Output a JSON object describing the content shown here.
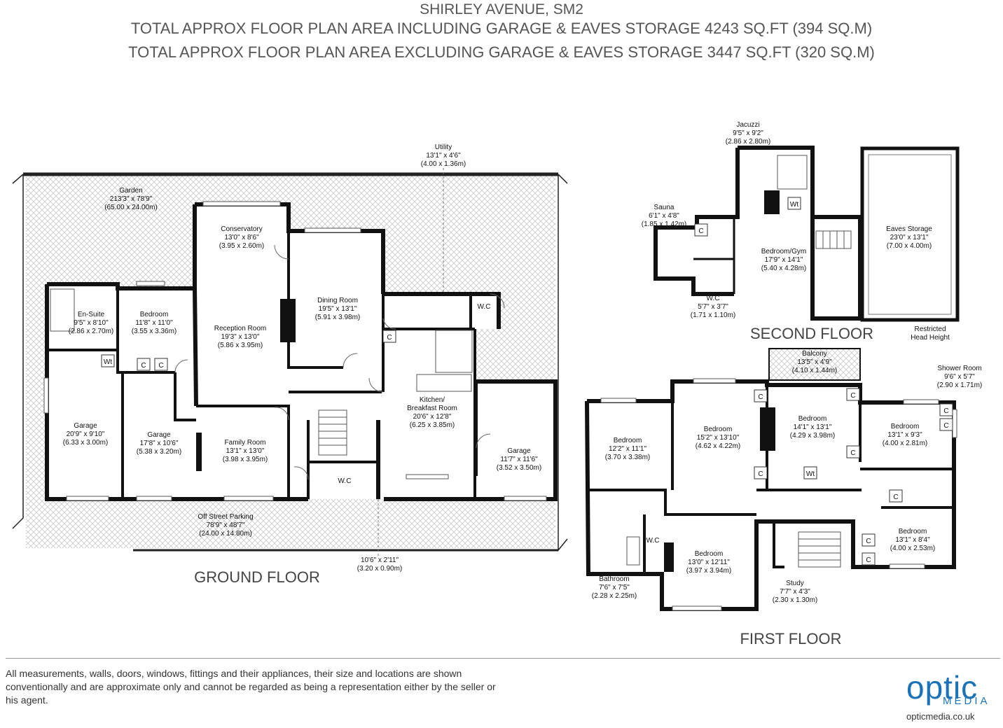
{
  "header": {
    "title": "SHIRLEY AVENUE, SM2",
    "line1": "TOTAL APPROX FLOOR PLAN AREA INCLUDING GARAGE & EAVES STORAGE  4243 SQ.FT (394 SQ.M)",
    "line2": "TOTAL APPROX FLOOR PLAN AREA EXCLUDING GARAGE & EAVES STORAGE  3447 SQ.FT (320 SQ.M)"
  },
  "floors": {
    "ground": "GROUND FLOOR",
    "second": "SECOND FLOOR",
    "first": "FIRST FLOOR"
  },
  "rooms": {
    "garden": [
      "Garden",
      "213'3\" x 78'9\"",
      "(65.00 x 24.00m)"
    ],
    "utility": [
      "Utility",
      "13'1\" x 4'6\"",
      "(4.00 x 1.36m)"
    ],
    "conservatory": [
      "Conservatory",
      "13'0\" x 8'6\"",
      "(3.95 x 2.60m)"
    ],
    "dining": [
      "Dining Room",
      "19'5\" x 13'1\"",
      "(5.91 x 3.98m)"
    ],
    "ensuite": [
      "En-Suite",
      "9'5\" x 8'10\"",
      "(2.86 x 2.70m)"
    ],
    "gf_bedroom": [
      "Bedroom",
      "11'8\" x 11'0\"",
      "(3.55 x 3.36m)"
    ],
    "reception": [
      "Reception Room",
      "19'3\" x 13'0\"",
      "(5.86 x 3.95m)"
    ],
    "gf_wc1": [
      "W.C"
    ],
    "kitchen": [
      "Kitchen/",
      "Breakfast Room",
      "20'6\" x 12'8\"",
      "(6.25 x 3.85m)"
    ],
    "garage1": [
      "Garage",
      "20'9\" x 9'10\"",
      "(6.33 x 3.00m)"
    ],
    "garage2": [
      "Garage",
      "17'8\" x 10'6\"",
      "(5.38 x 3.20m)"
    ],
    "family": [
      "Family Room",
      "13'1\" x 13'0\"",
      "(3.98 x 3.95m)"
    ],
    "gf_wc2": [
      "W.C"
    ],
    "garage3": [
      "Garage",
      "11'7\" x 11'6\"",
      "(3.52 x 3.50m)"
    ],
    "parking": [
      "Off Street Parking",
      "78'9\" x 48'7\"",
      "(24.00 x 14.80m)"
    ],
    "strip": [
      "10'6\" x 2'11\"",
      "(3.20 x 0.90m)"
    ],
    "jacuzzi": [
      "Jacuzzi",
      "9'5\" x 9'2\"",
      "(2.86 x 2.80m)"
    ],
    "sauna": [
      "Sauna",
      "6'1\" x 4'8\"",
      "(1.85 x 1.42m)"
    ],
    "eaves": [
      "Eaves Storage",
      "23'0\" x 13'1\"",
      "(7.00 x 4.00m)"
    ],
    "gym": [
      "Bedroom/Gym",
      "17'9\" x 14'1\"",
      "(5.40 x 4.28m)"
    ],
    "sf_wc": [
      "W.C",
      "5'7\" x 3'7\"",
      "(1.71 x 1.10m)"
    ],
    "restricted": [
      "Restricted",
      "Head Height"
    ],
    "balcony": [
      "Balcony",
      "13'5\" x 4'9\"",
      "(4.10 x 1.44m)"
    ],
    "shower": [
      "Shower Room",
      "9'6\" x 5'7\"",
      "(2.90 x 1.71m)"
    ],
    "ff_bed1": [
      "Bedroom",
      "12'2\" x 11'1\"",
      "(3.70 x 3.38m)"
    ],
    "ff_bed2": [
      "Bedroom",
      "15'2\" x 13'10\"",
      "(4.62 x 4.22m)"
    ],
    "ff_bed3": [
      "Bedroom",
      "14'1\" x 13'1\"",
      "(4.29 x 3.98m)"
    ],
    "ff_bed4": [
      "Bedroom",
      "13'1\" x 9'3\"",
      "(4.00 x 2.81m)"
    ],
    "ff_bed5": [
      "Bedroom",
      "13'0\" x 12'11\"",
      "(3.97 x 3.94m)"
    ],
    "ff_bed6": [
      "Bedroom",
      "13'1\" x 8'4\"",
      "(4.00 x 2.53m)"
    ],
    "ff_wc": [
      "W.C"
    ],
    "bathroom": [
      "Bathroom",
      "7'6\" x 7'5\"",
      "(2.28 x 2.25m)"
    ],
    "study": [
      "Study",
      "7'7\" x 4'3\"",
      "(2.30 x 1.30m)"
    ]
  },
  "symbols": {
    "cupboard": "C",
    "water_tank": "Wt"
  },
  "disclaimer": "All measurements, walls, doors, windows, fittings and their appliances, their size and locations are shown conventionally and are approximate only and cannot be regarded as being a representation either by the seller or his agent.",
  "logo": {
    "word": "optic",
    "sub": "MEDIA",
    "url": "opticmedia.co.uk"
  }
}
